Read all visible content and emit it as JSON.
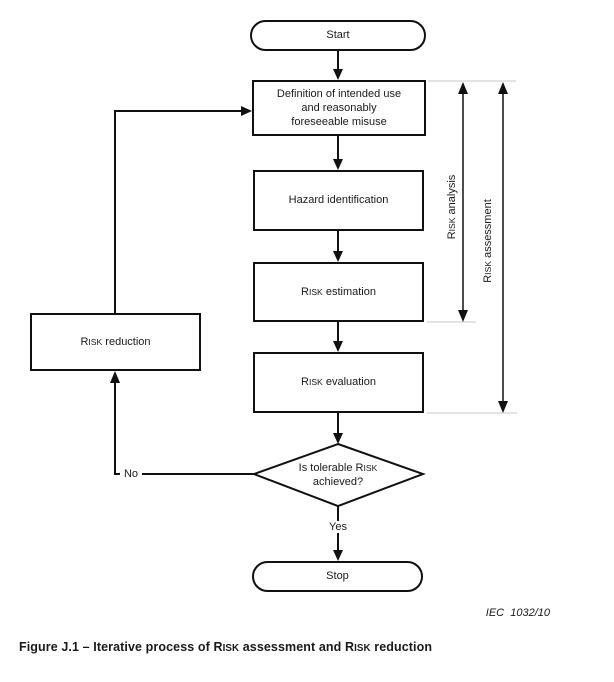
{
  "figure": {
    "caption": "Figure J.1 – Iterative process of RISK assessment and RISK reduction",
    "credit": "IEC  1032/10"
  },
  "flowchart": {
    "nodes": {
      "start": "Start",
      "definition": "Definition of intended use and reasonably foreseeable misuse",
      "hazard_identification": "Hazard identification",
      "risk_estimation": "RISK estimation",
      "risk_evaluation": "RISK evaluation",
      "risk_reduction": "RISK reduction",
      "decision": "Is tolerable RISK achieved?",
      "stop": "Stop"
    },
    "branch_labels": {
      "no": "No",
      "yes": "Yes"
    },
    "span_labels": {
      "risk_analysis": "RISK analysis",
      "risk_assessment": "RISK assessment"
    }
  },
  "colors": {
    "line": "#000000",
    "extension_line": "#c8c8c8",
    "background": "#ffffff",
    "text": "#1a1a1a"
  }
}
